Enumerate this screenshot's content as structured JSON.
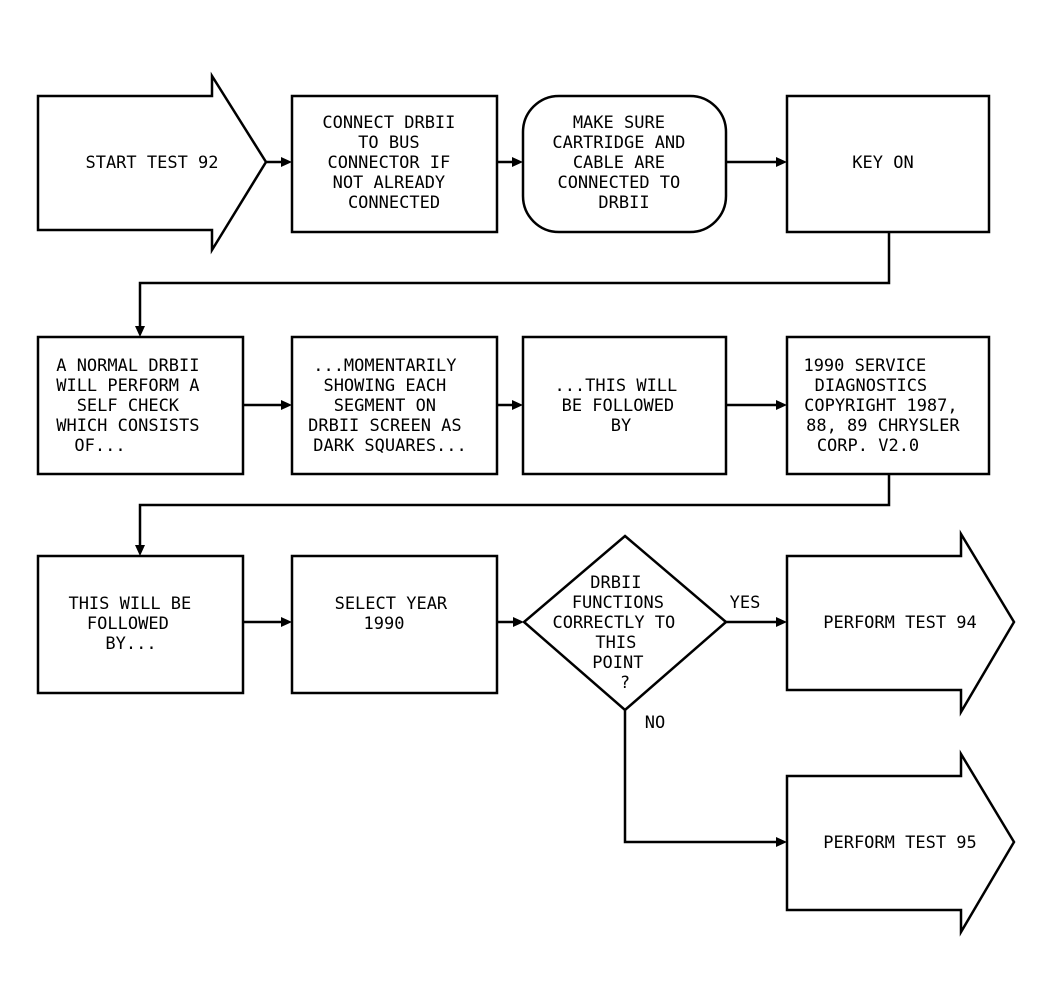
{
  "nodes": {
    "start": {
      "lines": [
        "START TEST 92"
      ]
    },
    "connect": {
      "lines": [
        "CONNECT DRBII",
        "TO BUS",
        "CONNECTOR IF",
        "NOT ALREADY",
        "CONNECTED"
      ]
    },
    "make_sure": {
      "lines": [
        "MAKE SURE",
        "CARTRIDGE AND",
        "CABLE ARE",
        "CONNECTED TO",
        "DRBII"
      ]
    },
    "key_on": {
      "lines": [
        "KEY ON"
      ]
    },
    "normal": {
      "lines": [
        "A NORMAL DRBII",
        "WILL PERFORM A",
        "SELF CHECK",
        "WHICH CONSISTS",
        "OF..."
      ]
    },
    "momentarily": {
      "lines": [
        "...MOMENTARILY",
        "SHOWING EACH",
        "SEGMENT ON",
        "DRBII SCREEN AS",
        "DARK SQUARES..."
      ]
    },
    "followed1": {
      "lines": [
        "...THIS WILL",
        "BE FOLLOWED",
        "BY"
      ]
    },
    "service": {
      "lines": [
        "1990 SERVICE",
        "DIAGNOSTICS",
        "COPYRIGHT 1987,",
        "88, 89 CHRYSLER",
        "CORP. V2.0"
      ]
    },
    "followed2": {
      "lines": [
        "THIS WILL BE",
        "FOLLOWED",
        "BY..."
      ]
    },
    "select": {
      "lines": [
        "SELECT YEAR",
        "1990"
      ]
    },
    "decision": {
      "lines": [
        "DRBII",
        "FUNCTIONS",
        "CORRECTLY TO",
        "THIS",
        "POINT",
        "?"
      ]
    },
    "test94": {
      "lines": [
        "PERFORM TEST 94"
      ]
    },
    "test95": {
      "lines": [
        "PERFORM TEST 95"
      ]
    }
  },
  "edge_labels": {
    "yes": "YES",
    "no": "NO"
  }
}
